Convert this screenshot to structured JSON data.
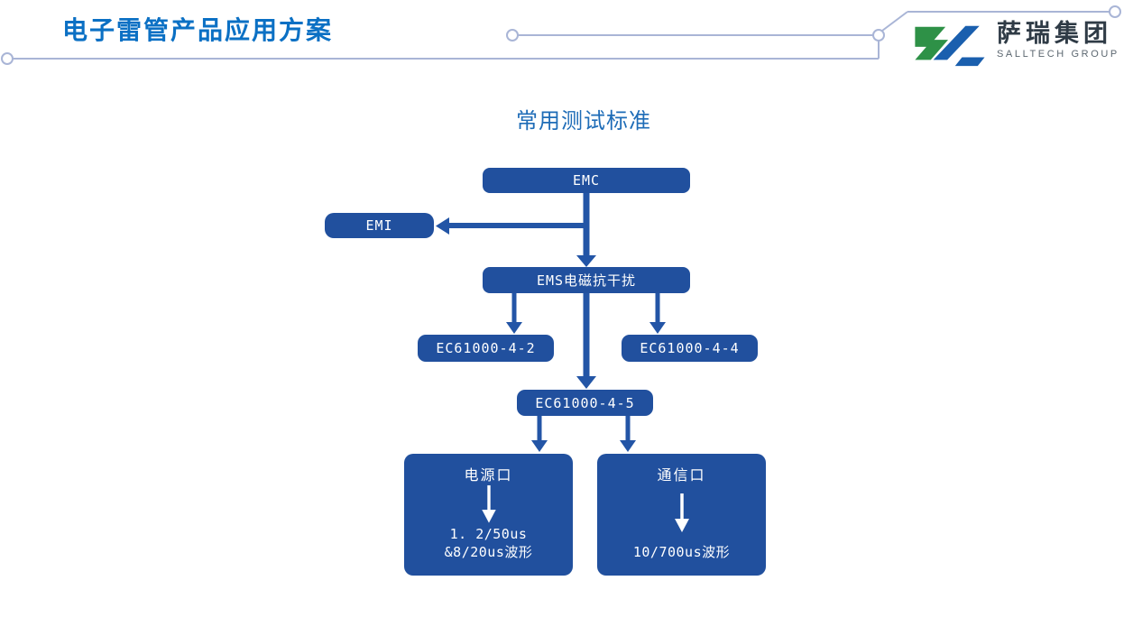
{
  "header": {
    "title": "电子雷管产品应用方案"
  },
  "logo": {
    "company_cn": "萨瑞集团",
    "company_en": "SALLTECH GROUP"
  },
  "diagram": {
    "title": "常用测试标准",
    "nodes": {
      "emc": {
        "label": "EMC"
      },
      "emi": {
        "label": "EMI"
      },
      "ems": {
        "label": "EMS电磁抗干扰"
      },
      "iec2": {
        "label": "EC61000-4-2"
      },
      "iec4": {
        "label": "EC61000-4-4"
      },
      "iec5": {
        "label": "EC61000-4-5"
      },
      "power": {
        "label": "电源口",
        "wave_line1": "1. 2/50us",
        "wave_line2": "&8/20us波形"
      },
      "comm": {
        "label": "通信口",
        "wave": "10/700us波形"
      }
    },
    "edges": [
      {
        "from": "EMC",
        "to": "EMI"
      },
      {
        "from": "EMC",
        "to": "EMS电磁抗干扰"
      },
      {
        "from": "EMS电磁抗干扰",
        "to": "EC61000-4-2"
      },
      {
        "from": "EMS电磁抗干扰",
        "to": "EC61000-4-4"
      },
      {
        "from": "EMS电磁抗干扰",
        "to": "EC61000-4-5"
      },
      {
        "from": "EC61000-4-5",
        "to": "电源口"
      },
      {
        "from": "EC61000-4-5",
        "to": "通信口"
      },
      {
        "from": "电源口",
        "to": "1. 2/50us &8/20us波形"
      },
      {
        "from": "通信口",
        "to": "10/700us波形"
      }
    ]
  },
  "colors": {
    "node-blue": "#21509e",
    "arrow-blue": "#2355a6",
    "header-blue": "#0b70c4",
    "title-blue": "#1e6cb7",
    "deco-line": "#a9b5d6",
    "logo-green": "#2e9147",
    "logo-blue": "#1a5fae",
    "logo-text": "#2f3b46",
    "logo-subtext": "#5c6770"
  }
}
